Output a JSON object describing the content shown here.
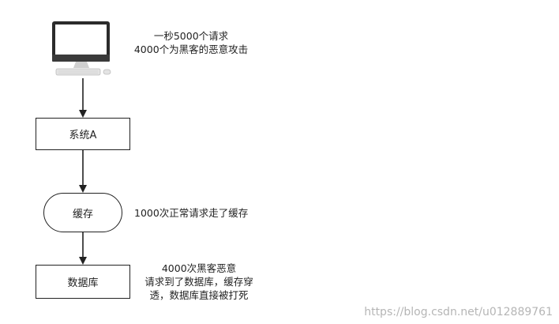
{
  "diagram": {
    "top_note": {
      "line1": "一秒5000个请求",
      "line2": "4000个为黑客的恶意攻击"
    },
    "nodes": {
      "system_a": "系统A",
      "cache": "缓存",
      "database": "数据库"
    },
    "cache_note": "1000次正常请求走了缓存",
    "db_note": {
      "line1": "4000次黑客恶意",
      "line2": "请求到了数据库，缓存穿",
      "line3": "透，数据库直接被打死"
    }
  },
  "watermark": "https://blog.csdn.net/u012889761",
  "colors": {
    "stroke": "#222222",
    "monitor_screen": "#ffffff",
    "monitor_frame": "#2b2b2b",
    "keyboard": "#e3e3e3"
  },
  "icons": {
    "computer": "desktop-computer-icon"
  }
}
